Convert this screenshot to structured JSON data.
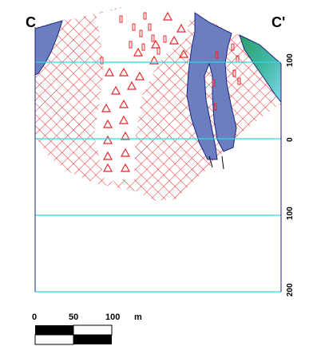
{
  "section": {
    "label_left": "C",
    "label_right": "C'",
    "elevation_ticks": [
      "100",
      "0",
      "100",
      "200"
    ]
  },
  "scale_bar": {
    "labels": [
      "0",
      "50",
      "100",
      "m"
    ]
  },
  "colors": {
    "blue_unit": "#6b7ec0",
    "green_unit": "#2e9e6a",
    "cyan_unit": "#58c8d8",
    "red_pattern": "#e8262a",
    "level_lines": "#33d6e6",
    "frame": "#1a237e"
  }
}
